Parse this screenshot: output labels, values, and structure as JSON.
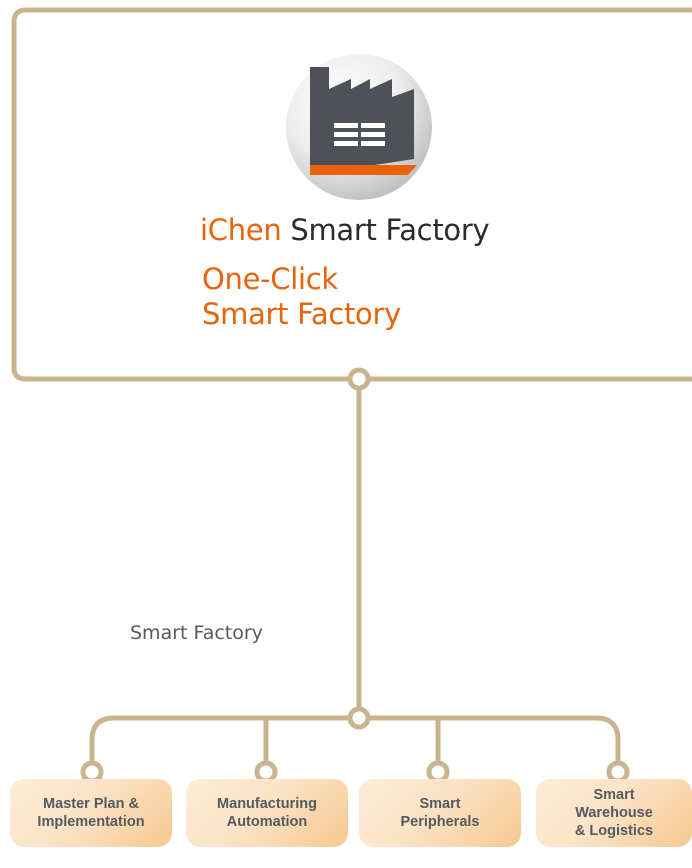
{
  "header": {
    "brand": "iChen",
    "title": "Smart Factory",
    "tagline_line1": "One-Click",
    "tagline_line2": "Smart Factory"
  },
  "branch": {
    "label": "Smart Factory"
  },
  "categories": [
    {
      "line1": "Master Plan &",
      "line2": "Implementation"
    },
    {
      "line1": "Manufacturing",
      "line2": "Automation"
    },
    {
      "line1": "Smart",
      "line2": "Peripherals"
    },
    {
      "line1": "Smart",
      "line2": "Warehouse",
      "line3": "& Logistics"
    }
  ],
  "icon": "factory-icon",
  "colors": {
    "connector": "#c8b48e",
    "accent": "#e8630a",
    "factory": "#4e5257",
    "card_light": "#fdecd6",
    "card_dark": "#f6c990"
  }
}
